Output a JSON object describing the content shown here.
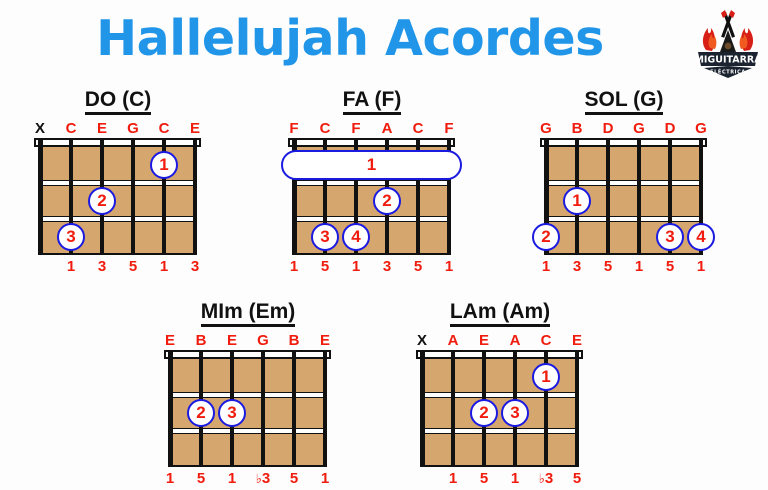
{
  "header": {
    "title": "Hallelujah Acordes",
    "title_color": "#2196e8",
    "logo": {
      "name_main": "MIGUITARRA",
      "name_sub": "ELÉCTRICA",
      "icon": "crossed-guitars-flames-logo"
    }
  },
  "colors": {
    "background": "#fdfdfd",
    "fretboard": "#d5a76e",
    "note_label": "#f01c0e",
    "muted_label": "#111111",
    "dot_outline": "#1a1ae0",
    "dot_number": "#f01c0e",
    "accent_title": "#2196e8"
  },
  "chords": [
    {
      "id": "do-c",
      "title": "DO (C)",
      "strings": 6,
      "frets": 3,
      "open_labels": [
        "X",
        "C",
        "E",
        "G",
        "C",
        "E"
      ],
      "interval_labels": [
        "",
        "1",
        "3",
        "5",
        "1",
        "3"
      ],
      "dots": [
        {
          "finger": "1",
          "string": 5,
          "fret": 1
        },
        {
          "finger": "2",
          "string": 3,
          "fret": 2
        },
        {
          "finger": "3",
          "string": 2,
          "fret": 3
        }
      ],
      "barre": null
    },
    {
      "id": "fa-f",
      "title": "FA (F)",
      "strings": 6,
      "frets": 3,
      "open_labels": [
        "F",
        "C",
        "F",
        "A",
        "C",
        "F"
      ],
      "interval_labels": [
        "1",
        "5",
        "1",
        "3",
        "5",
        "1"
      ],
      "dots": [
        {
          "finger": "2",
          "string": 4,
          "fret": 2
        },
        {
          "finger": "3",
          "string": 2,
          "fret": 3
        },
        {
          "finger": "4",
          "string": 3,
          "fret": 3
        }
      ],
      "barre": {
        "finger": "1",
        "fret": 1,
        "from_string": 1,
        "to_string": 6
      }
    },
    {
      "id": "sol-g",
      "title": "SOL (G)",
      "strings": 6,
      "frets": 3,
      "open_labels": [
        "G",
        "B",
        "D",
        "G",
        "D",
        "G"
      ],
      "interval_labels": [
        "1",
        "3",
        "5",
        "1",
        "5",
        "1"
      ],
      "dots": [
        {
          "finger": "1",
          "string": 2,
          "fret": 2
        },
        {
          "finger": "2",
          "string": 1,
          "fret": 3
        },
        {
          "finger": "3",
          "string": 5,
          "fret": 3
        },
        {
          "finger": "4",
          "string": 6,
          "fret": 3
        }
      ],
      "barre": null
    },
    {
      "id": "mim-em",
      "title": "MIm (Em)",
      "strings": 6,
      "frets": 3,
      "open_labels": [
        "E",
        "B",
        "E",
        "G",
        "B",
        "E"
      ],
      "interval_labels": [
        "1",
        "5",
        "1",
        "b3",
        "5",
        "1"
      ],
      "dots": [
        {
          "finger": "2",
          "string": 2,
          "fret": 2
        },
        {
          "finger": "3",
          "string": 3,
          "fret": 2
        }
      ],
      "barre": null
    },
    {
      "id": "lam-am",
      "title": "LAm (Am)",
      "strings": 6,
      "frets": 3,
      "open_labels": [
        "X",
        "A",
        "E",
        "A",
        "C",
        "E"
      ],
      "interval_labels": [
        "",
        "1",
        "5",
        "1",
        "b3",
        "5"
      ],
      "dots": [
        {
          "finger": "1",
          "string": 5,
          "fret": 1
        },
        {
          "finger": "2",
          "string": 3,
          "fret": 2
        },
        {
          "finger": "3",
          "string": 4,
          "fret": 2
        }
      ],
      "barre": null
    }
  ]
}
